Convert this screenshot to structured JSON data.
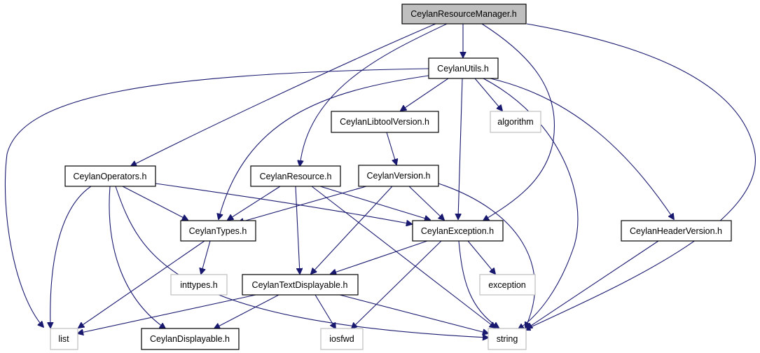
{
  "nodes": {
    "root": "CeylanResourceManager.h",
    "utils": "CeylanUtils.h",
    "libtool": "CeylanLibtoolVersion.h",
    "algorithm": "algorithm",
    "operators": "CeylanOperators.h",
    "resource": "CeylanResource.h",
    "version": "CeylanVersion.h",
    "types": "CeylanTypes.h",
    "exception_h": "CeylanException.h",
    "header_version": "CeylanHeaderVersion.h",
    "inttypes": "inttypes.h",
    "text_displayable": "CeylanTextDisplayable.h",
    "exception_std": "exception",
    "list": "list",
    "displayable": "CeylanDisplayable.h",
    "iosfwd": "iosfwd",
    "string": "string"
  },
  "colors": {
    "edge": "#191970",
    "root_fill": "#bfbfbf",
    "node_border": "#000000",
    "external_border": "#bfbfbf"
  }
}
